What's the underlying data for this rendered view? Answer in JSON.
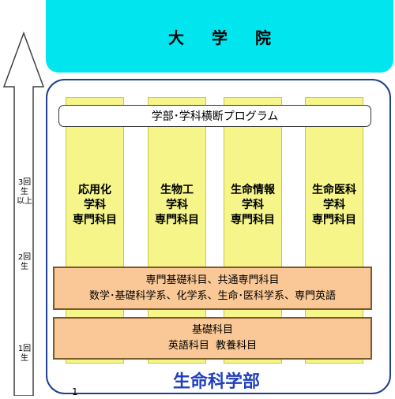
{
  "graduate_school": {
    "label": "大 学 院",
    "color": "#00e5ee"
  },
  "year_axis": {
    "levels": [
      {
        "label": "3回生\n以上"
      },
      {
        "label": "2回生"
      },
      {
        "label": "1回生"
      }
    ]
  },
  "faculty": {
    "name": "生命科学部",
    "name_color": "#1f3fc0",
    "frame_color": "#1f3f8f"
  },
  "cross_program": {
    "label": "学部･学科横断プログラム"
  },
  "departments": [
    {
      "line1": "応用化",
      "line2": "学科",
      "line3": "専門科目"
    },
    {
      "line1": "生物工",
      "line2": "学科",
      "line3": "専門科目"
    },
    {
      "line1": "生命情報",
      "line2": "学科",
      "line3": "専門科目"
    },
    {
      "line1": "生命医科",
      "line2": "学科",
      "line3": "専門科目"
    }
  ],
  "specialized_basic": {
    "line1": "専門基礎科目、共通専門科目",
    "line2": "数学･基礎科学系、化学系、生命･医科学系、専門英語"
  },
  "basic_courses": {
    "line1": "基礎科目",
    "line2": "英語科目  教養科目"
  },
  "page_number": "1",
  "colors": {
    "department_fill": "#f5f58a",
    "course_fill": "#fac896"
  }
}
